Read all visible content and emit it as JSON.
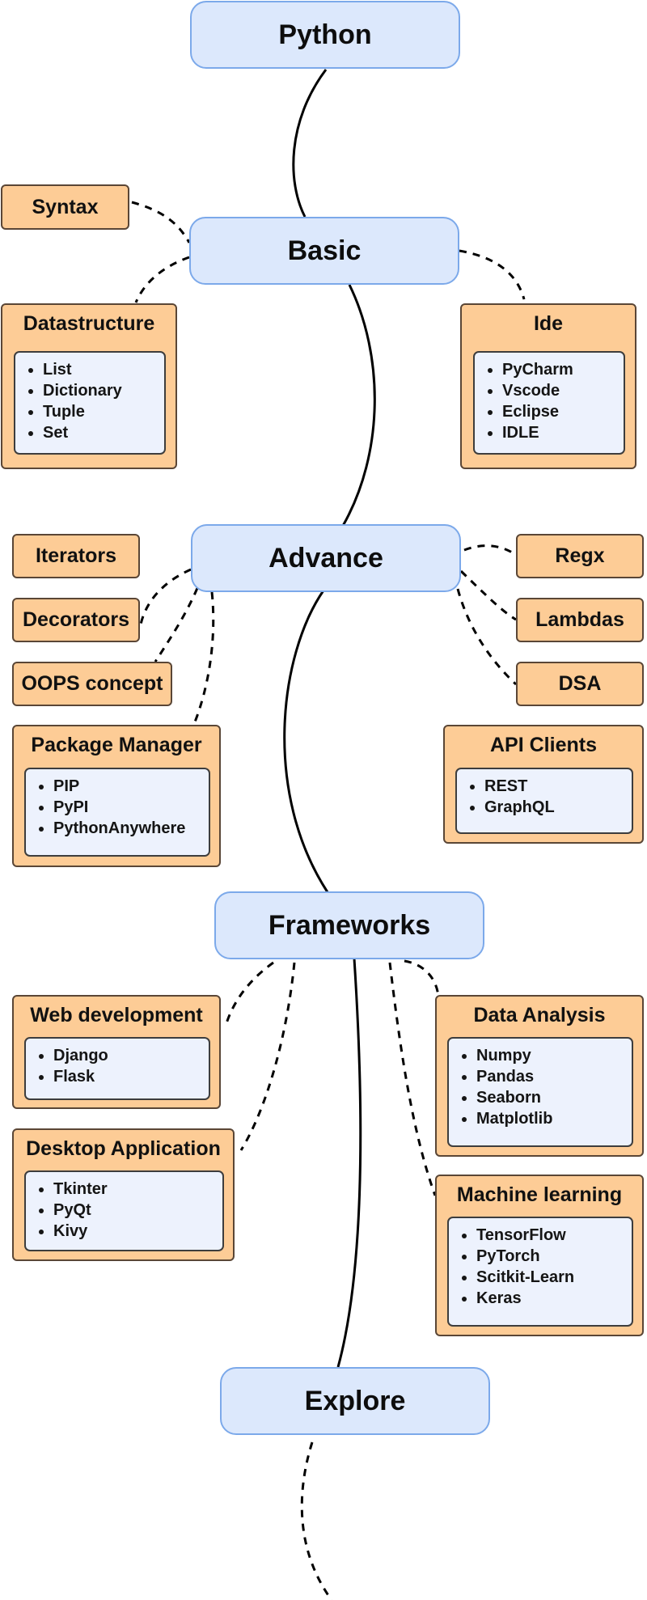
{
  "spine": {
    "python": "Python",
    "basic": "Basic",
    "advance": "Advance",
    "frameworks": "Frameworks",
    "explore": "Explore"
  },
  "basic": {
    "syntax": "Syntax",
    "datastructure": {
      "title": "Datastructure",
      "items": [
        "List",
        "Dictionary",
        "Tuple",
        "Set"
      ]
    },
    "ide": {
      "title": "Ide",
      "items": [
        "PyCharm",
        "Vscode",
        "Eclipse",
        "IDLE"
      ]
    }
  },
  "advance": {
    "iterators": "Iterators",
    "decorators": "Decorators",
    "oops": "OOPS concept",
    "regx": "Regx",
    "lambdas": "Lambdas",
    "dsa": "DSA",
    "package_manager": {
      "title": "Package Manager",
      "items": [
        "PIP",
        "PyPI",
        "PythonAnywhere"
      ]
    },
    "api_clients": {
      "title": "API Clients",
      "items": [
        "REST",
        "GraphQL"
      ]
    }
  },
  "frameworks": {
    "web_development": {
      "title": "Web development",
      "items": [
        "Django",
        "Flask"
      ]
    },
    "desktop_application": {
      "title": "Desktop Application",
      "items": [
        "Tkinter",
        "PyQt",
        "Kivy"
      ]
    },
    "data_analysis": {
      "title": "Data Analysis",
      "items": [
        "Numpy",
        "Pandas",
        "Seaborn",
        "Matplotlib"
      ]
    },
    "machine_learning": {
      "title": "Machine learning",
      "items": [
        "TensorFlow",
        "PyTorch",
        "Scitkit-Learn",
        "Keras"
      ]
    }
  },
  "colors": {
    "main_fill": "#dce8fc",
    "main_border": "#7ca9ea",
    "topic_fill": "#fdcc96",
    "topic_border": "#5a4636",
    "list_fill": "#edf2fd"
  }
}
